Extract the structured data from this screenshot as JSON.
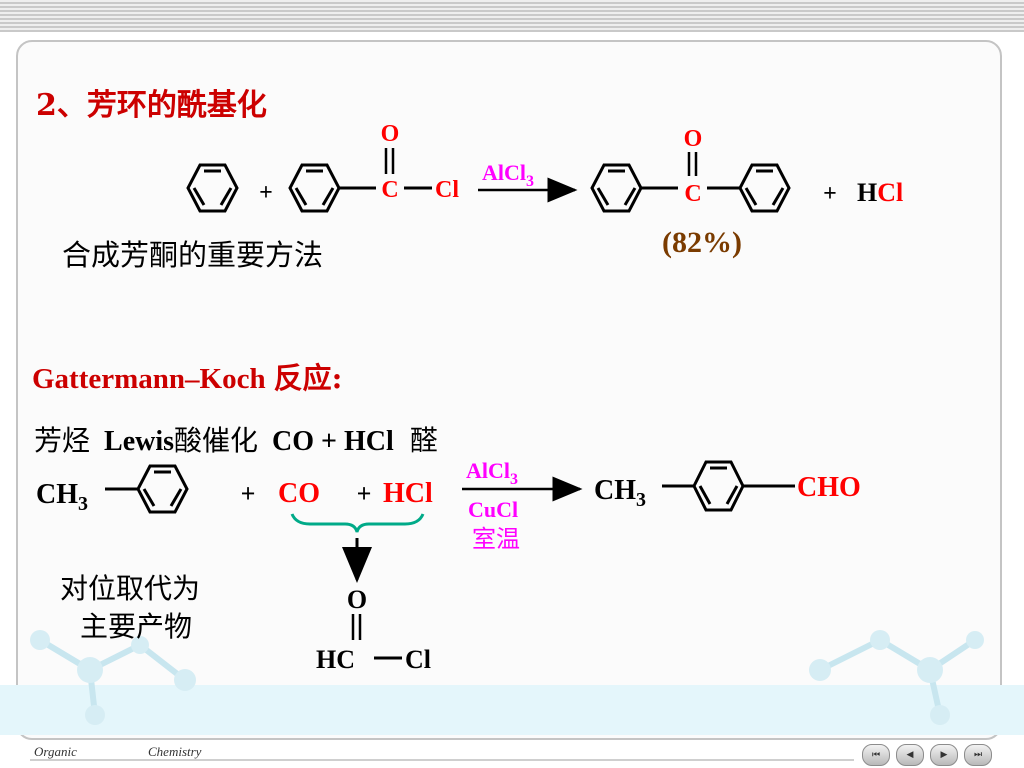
{
  "section": {
    "title": "2、芳环的酰基化",
    "note": "合成芳酮的重要方法"
  },
  "reaction1": {
    "plus1": "+",
    "oxygen": "O",
    "carbon": "C",
    "chlorine": "Cl",
    "catalyst": "AlCl",
    "catalyst_sub": "3",
    "product_oxygen": "O",
    "product_carbon": "C",
    "plus2": "+",
    "hcl_h": "H",
    "hcl_cl": "Cl",
    "yield": "(82%)"
  },
  "gattermann": {
    "title_en": "Gattermann–Koch",
    "title_cn": "反应:",
    "summary_cn1": "芳烃",
    "summary_en": "Lewis",
    "summary_cn2": "酸催化",
    "summary_reagents": "CO + HCl",
    "summary_cn3": "醛",
    "reactant_ch": "CH",
    "reactant_sub": "3",
    "plus1": "+",
    "co": "CO",
    "plus2": "+",
    "hcl": "HCl",
    "catalyst_top": "AlCl",
    "catalyst_top_sub": "3",
    "catalyst_bottom": "CuCl",
    "condition": "室温",
    "product_ch": "CH",
    "product_sub": "3",
    "product_group": "CHO",
    "note_line1": "对位取代为",
    "note_line2": "主要产物",
    "intermediate_o": "O",
    "intermediate_hc": "HC",
    "intermediate_cl": "Cl"
  },
  "footer": {
    "left": "Organic",
    "right": "Chemistry",
    "nav": [
      "⏮",
      "◀",
      "▶",
      "⏭"
    ]
  },
  "colors": {
    "heading": "#cc0000",
    "highlight": "#ff0000",
    "catalyst": "#ff00ff",
    "yield": "#7a3b00",
    "brace": "#00aa88",
    "text": "#000000"
  }
}
